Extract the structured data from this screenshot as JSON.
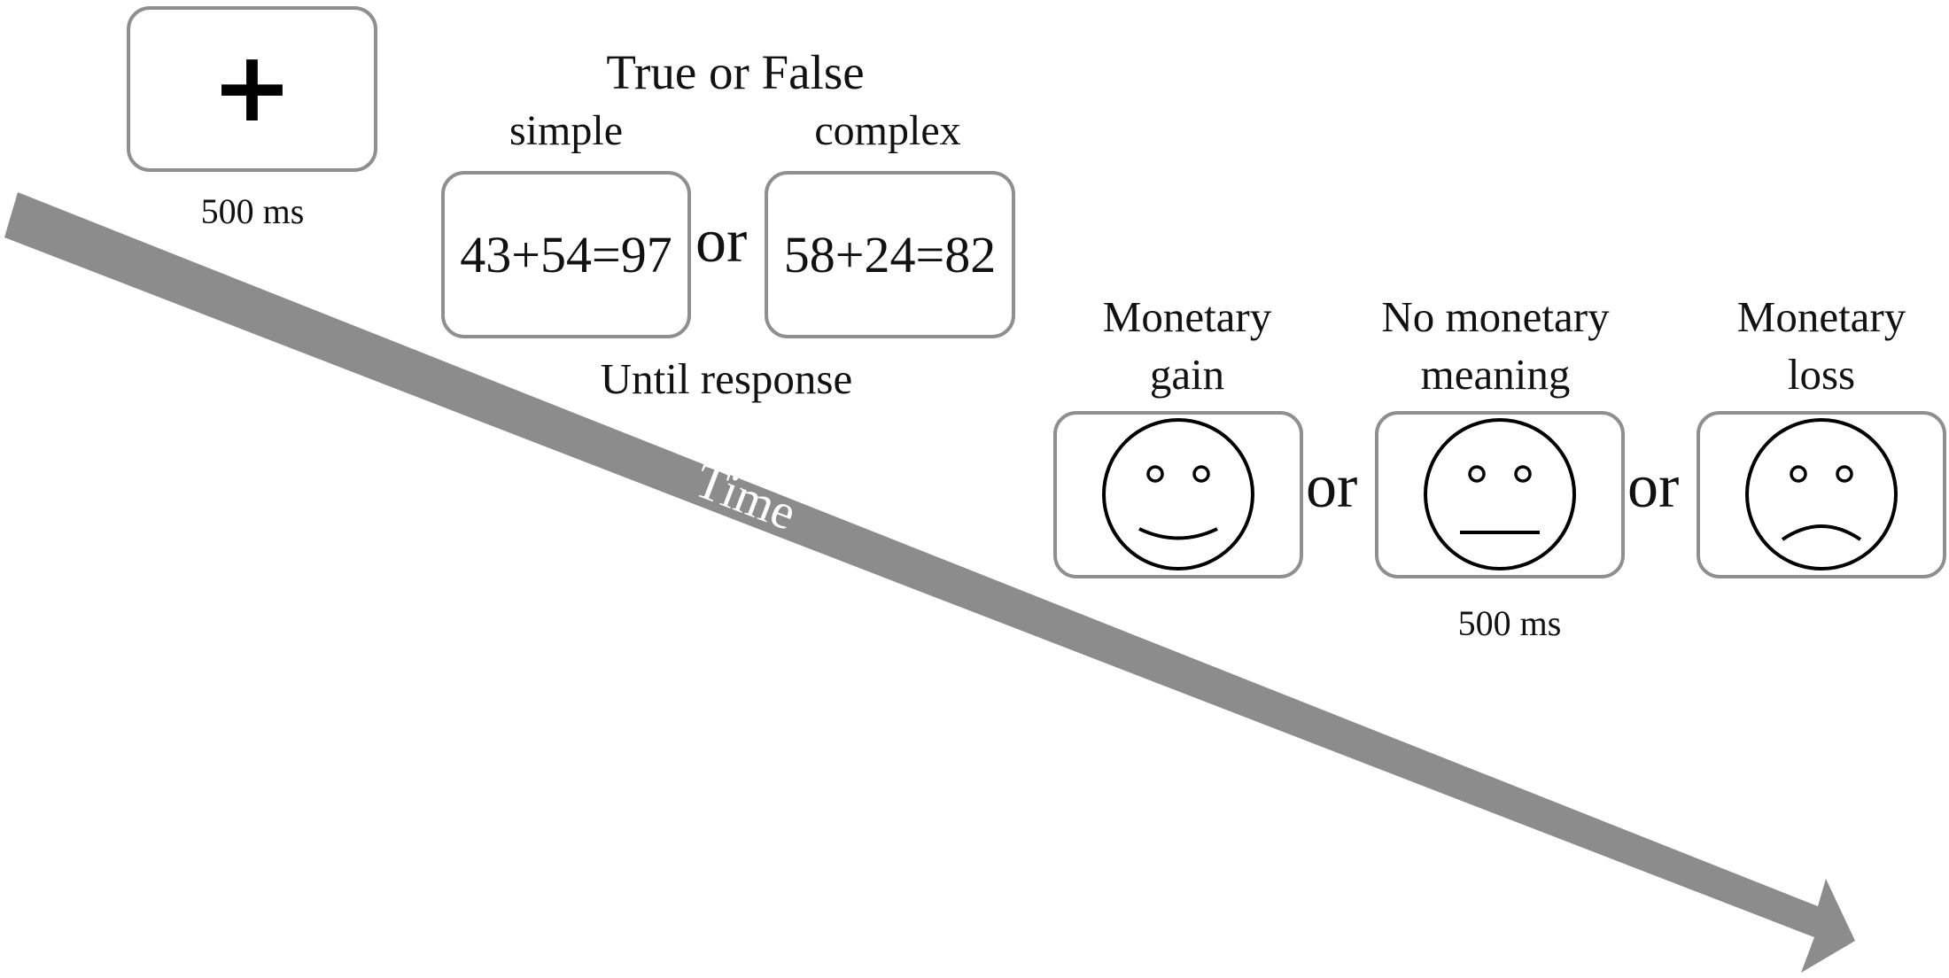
{
  "fixation": {
    "symbol": "+",
    "duration": "500 ms"
  },
  "task": {
    "title": "True or False",
    "simple_label": "simple",
    "complex_label": "complex",
    "simple_equation": "43+54=97",
    "complex_equation": "58+24=82",
    "or_label": "or",
    "duration": "Until response"
  },
  "feedback": {
    "gain_label_line1": "Monetary",
    "gain_label_line2": "gain",
    "neutral_label_line1": "No monetary",
    "neutral_label_line2": "meaning",
    "loss_label_line1": "Monetary",
    "loss_label_line2": "loss",
    "or_label_1": "or",
    "or_label_2": "or",
    "duration": "500 ms",
    "faces": [
      "smiling-face-icon",
      "neutral-face-icon",
      "frowning-face-icon"
    ]
  },
  "timeline": {
    "label": "Time",
    "color": "#8c8c8c"
  }
}
